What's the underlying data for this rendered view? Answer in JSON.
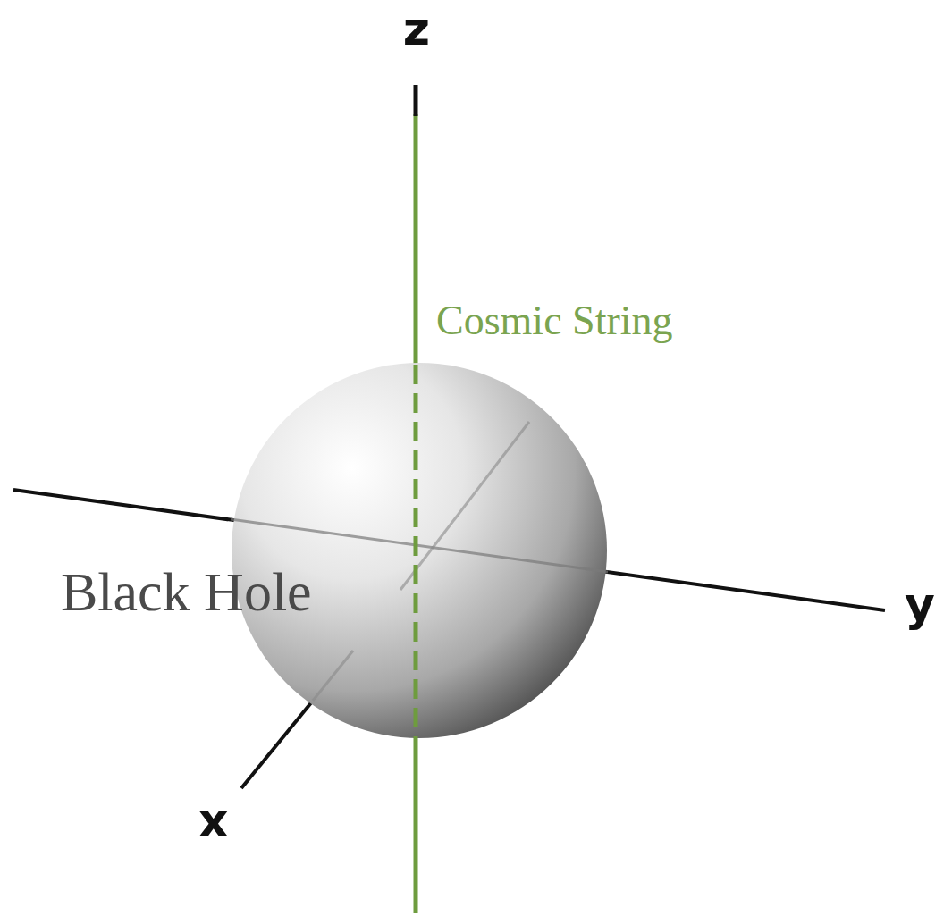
{
  "diagram": {
    "nodes": [
      {
        "text": [
          "Black Hole"
        ]
      }
    ],
    "labels": [
      "z",
      "Cosmic String",
      "y",
      "x"
    ]
  }
}
